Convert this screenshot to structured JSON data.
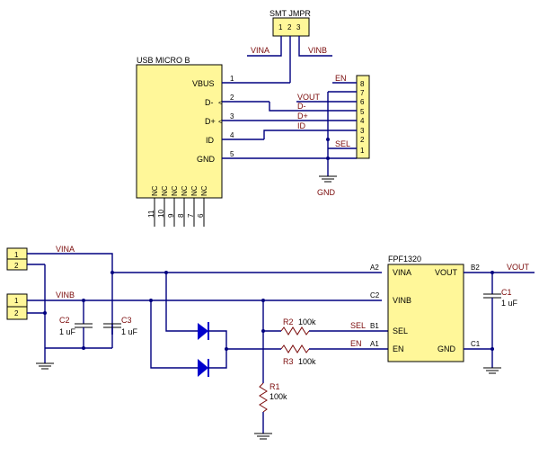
{
  "jumper": {
    "title": "SMT JMPR",
    "pins": [
      "1",
      "2",
      "3"
    ],
    "net_left": "VINA",
    "net_right": "VINB"
  },
  "usb": {
    "title": "USB MICRO B",
    "pins": [
      "VBUS",
      "D-",
      "D+",
      "ID",
      "GND"
    ],
    "pin_numbers": [
      "1",
      "2",
      "3",
      "4",
      "5"
    ],
    "nc_labels": [
      "NC",
      "NC",
      "NC",
      "NC",
      "NC",
      "NC"
    ],
    "nc_numbers": [
      "11",
      "10",
      "9",
      "8",
      "7",
      "6"
    ]
  },
  "header8": {
    "pin_numbers": [
      "8",
      "7",
      "6",
      "5",
      "4",
      "3",
      "2",
      "1"
    ],
    "nets": [
      "EN",
      "VOUT",
      "D-",
      "D+",
      "ID",
      "SEL"
    ]
  },
  "gnd_label": "GND",
  "conn1": {
    "pins": [
      "1",
      "2"
    ],
    "net": "VINA"
  },
  "conn2": {
    "pins": [
      "1",
      "2"
    ],
    "net": "VINB"
  },
  "caps": {
    "c2": {
      "name": "C2",
      "value": "1 uF"
    },
    "c3": {
      "name": "C3",
      "value": "1 uF"
    },
    "c1": {
      "name": "C1",
      "value": "1 uF"
    }
  },
  "resistors": {
    "r2": {
      "name": "R2",
      "value": "100k"
    },
    "r3": {
      "name": "R3",
      "value": "100k"
    },
    "r1": {
      "name": "R1",
      "value": "100k"
    }
  },
  "ic": {
    "title": "FPF1320",
    "pins_left": [
      "VINA",
      "VINB",
      "SEL",
      "EN"
    ],
    "pins_right": [
      "VOUT",
      "GND"
    ],
    "pin_ids_left": [
      "A2",
      "C2",
      "B1",
      "A1"
    ],
    "pin_ids_right": [
      "B2",
      "C1"
    ]
  },
  "nets_main": {
    "sel": "SEL",
    "en": "EN",
    "vout": "VOUT"
  },
  "colors": {
    "wire": "#000080",
    "body": "#fff799",
    "net_text": "#7a0a0a",
    "diode": "#0000cc"
  }
}
